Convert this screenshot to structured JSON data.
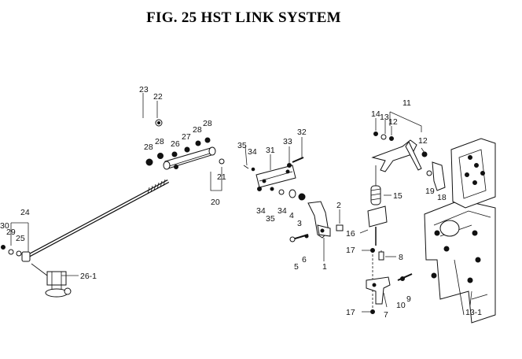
{
  "figure": {
    "title": "FIG. 25  HST LINK SYSTEM"
  },
  "parts": [
    {
      "id": "p1",
      "label": "1"
    },
    {
      "id": "p2",
      "label": "2"
    },
    {
      "id": "p3",
      "label": "3"
    },
    {
      "id": "p4",
      "label": "4"
    },
    {
      "id": "p5",
      "label": "5"
    },
    {
      "id": "p6",
      "label": "6"
    },
    {
      "id": "p7",
      "label": "7"
    },
    {
      "id": "p8",
      "label": "8"
    },
    {
      "id": "p9",
      "label": "9"
    },
    {
      "id": "p10",
      "label": "10"
    },
    {
      "id": "p11",
      "label": "11"
    },
    {
      "id": "p12a",
      "label": "12"
    },
    {
      "id": "p12b",
      "label": "12"
    },
    {
      "id": "p13",
      "label": "13"
    },
    {
      "id": "p13-1",
      "label": "13-1"
    },
    {
      "id": "p14",
      "label": "14"
    },
    {
      "id": "p15",
      "label": "15"
    },
    {
      "id": "p16",
      "label": "16"
    },
    {
      "id": "p17a",
      "label": "17"
    },
    {
      "id": "p17b",
      "label": "17"
    },
    {
      "id": "p18",
      "label": "18"
    },
    {
      "id": "p19",
      "label": "19"
    },
    {
      "id": "p20",
      "label": "20"
    },
    {
      "id": "p21",
      "label": "21"
    },
    {
      "id": "p22",
      "label": "22"
    },
    {
      "id": "p23",
      "label": "23"
    },
    {
      "id": "p24",
      "label": "24"
    },
    {
      "id": "p25",
      "label": "25"
    },
    {
      "id": "p26",
      "label": "26"
    },
    {
      "id": "p26-1",
      "label": "26-1"
    },
    {
      "id": "p27",
      "label": "27"
    },
    {
      "id": "p28a",
      "label": "28"
    },
    {
      "id": "p28b",
      "label": "28"
    },
    {
      "id": "p28c",
      "label": "28"
    },
    {
      "id": "p28d",
      "label": "28"
    },
    {
      "id": "p29",
      "label": "29"
    },
    {
      "id": "p30",
      "label": "30"
    },
    {
      "id": "p31",
      "label": "31"
    },
    {
      "id": "p32",
      "label": "32"
    },
    {
      "id": "p33",
      "label": "33"
    },
    {
      "id": "p34a",
      "label": "34"
    },
    {
      "id": "p34b",
      "label": "34"
    },
    {
      "id": "p34c",
      "label": "34"
    },
    {
      "id": "p35a",
      "label": "35"
    },
    {
      "id": "p35b",
      "label": "35"
    }
  ]
}
